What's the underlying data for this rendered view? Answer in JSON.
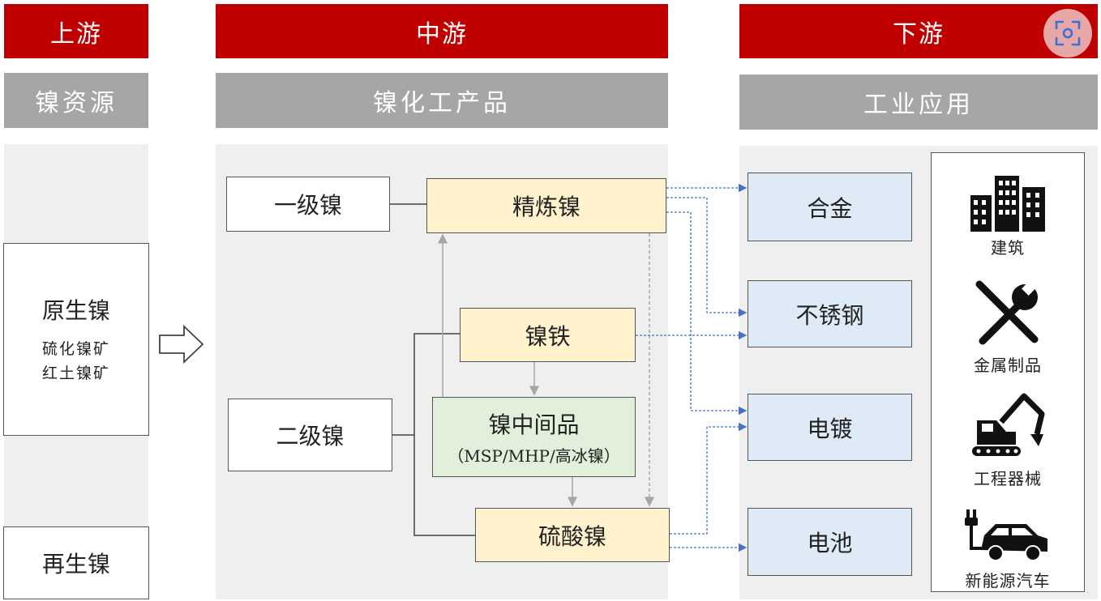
{
  "headers": {
    "upstream": "上游",
    "midstream": "中游",
    "downstream": "下游"
  },
  "subheaders": {
    "upstream": "镍资源",
    "midstream": "镍化工产品",
    "downstream": "工业应用"
  },
  "upstream": {
    "primary_title": "原生镍",
    "primary_items": [
      "硫化镍矿",
      "红土镍矿"
    ],
    "recycled": "再生镍"
  },
  "midstream": {
    "class1": "一级镍",
    "class2": "二级镍",
    "refined": "精炼镍",
    "ferronickel": "镍铁",
    "intermediate": "镍中间品",
    "intermediate_sub": "（MSP/MHP/高冰镍）",
    "sulfate": "硫酸镍"
  },
  "downstream": {
    "alloy": "合金",
    "stainless": "不锈钢",
    "plating": "电镀",
    "battery": "电池"
  },
  "applications": [
    {
      "label": "建筑",
      "icon": "building-icon"
    },
    {
      "label": "金属制品",
      "icon": "tools-icon"
    },
    {
      "label": "工程器械",
      "icon": "excavator-icon"
    },
    {
      "label": "新能源汽车",
      "icon": "ev-car-icon"
    }
  ],
  "colors": {
    "header_red": "#c00000",
    "subheader_gray": "#a6a6a6",
    "yellow_box": "#fff2cc",
    "green_box": "#e2efda",
    "blue_box": "#deebf7",
    "arrow_blue": "#4472c4"
  }
}
